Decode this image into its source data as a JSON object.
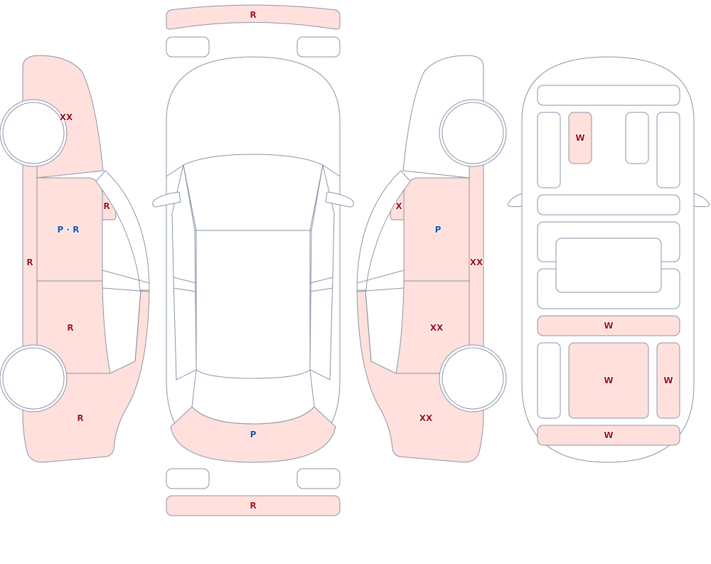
{
  "colors": {
    "outline": "#8a95a8",
    "damage_fill": "#ffe0dc",
    "label_red": "#a4101a",
    "label_blue": "#1f4fa0"
  },
  "labels": {
    "front_bumper": "R",
    "rear_bumper": "R",
    "left_front_fender": "XX",
    "left_mirror": "R",
    "left_front_door": "P · R",
    "left_rocker": "R",
    "left_rear_door": "R",
    "left_rear_quarter": "R",
    "hood": "P",
    "right_mirror": "X",
    "right_front_door": "P",
    "right_rocker": "XX",
    "right_rear_door": "XX",
    "right_rear_quarter": "XX",
    "rear_left_window": "W",
    "rear_glass_strip": "W",
    "rear_hatch_glass": "W",
    "rear_right_glass": "W",
    "front_glass_strip": "W"
  }
}
